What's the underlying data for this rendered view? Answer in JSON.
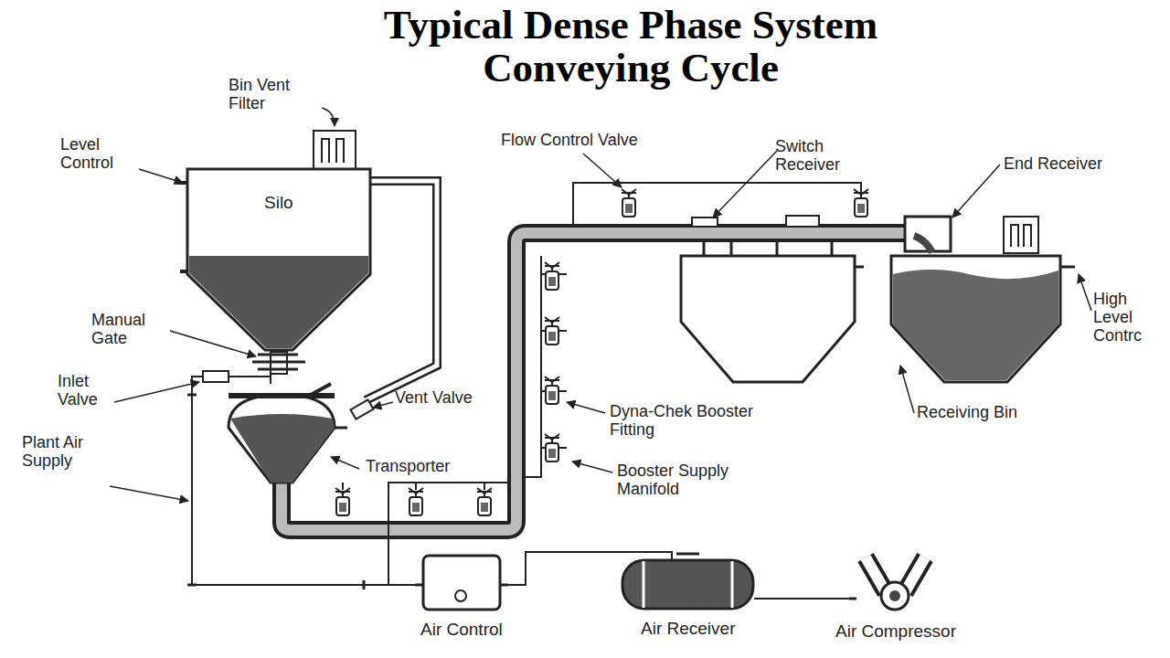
{
  "diagram": {
    "title": "Typical Dense Phase System Conveying Cycle",
    "nodes": [
      {
        "text": [
          "Silo"
        ]
      },
      {
        "text": [
          "Air Control"
        ]
      },
      {
        "text": [
          "Air Receiver"
        ]
      },
      {
        "text": [
          "Air Compressor"
        ]
      }
    ],
    "edges": [
      {
        "from": 3,
        "to": 2,
        "arrow": "none"
      },
      {
        "from": 2,
        "to": 1,
        "arrow": "none"
      }
    ],
    "labels": [
      "Bin Vent Filter",
      "Level Control",
      "Flow Control Valve",
      "Switch Receiver",
      "End Receiver",
      "High Level Contrc",
      "Manual Gate",
      "Inlet Valve",
      "Vent Valve",
      "Receiving Bin",
      "Dyna-Chek Booster Fitting",
      "Plant Air Supply",
      "Transporter",
      "Booster Supply Manifold"
    ]
  }
}
